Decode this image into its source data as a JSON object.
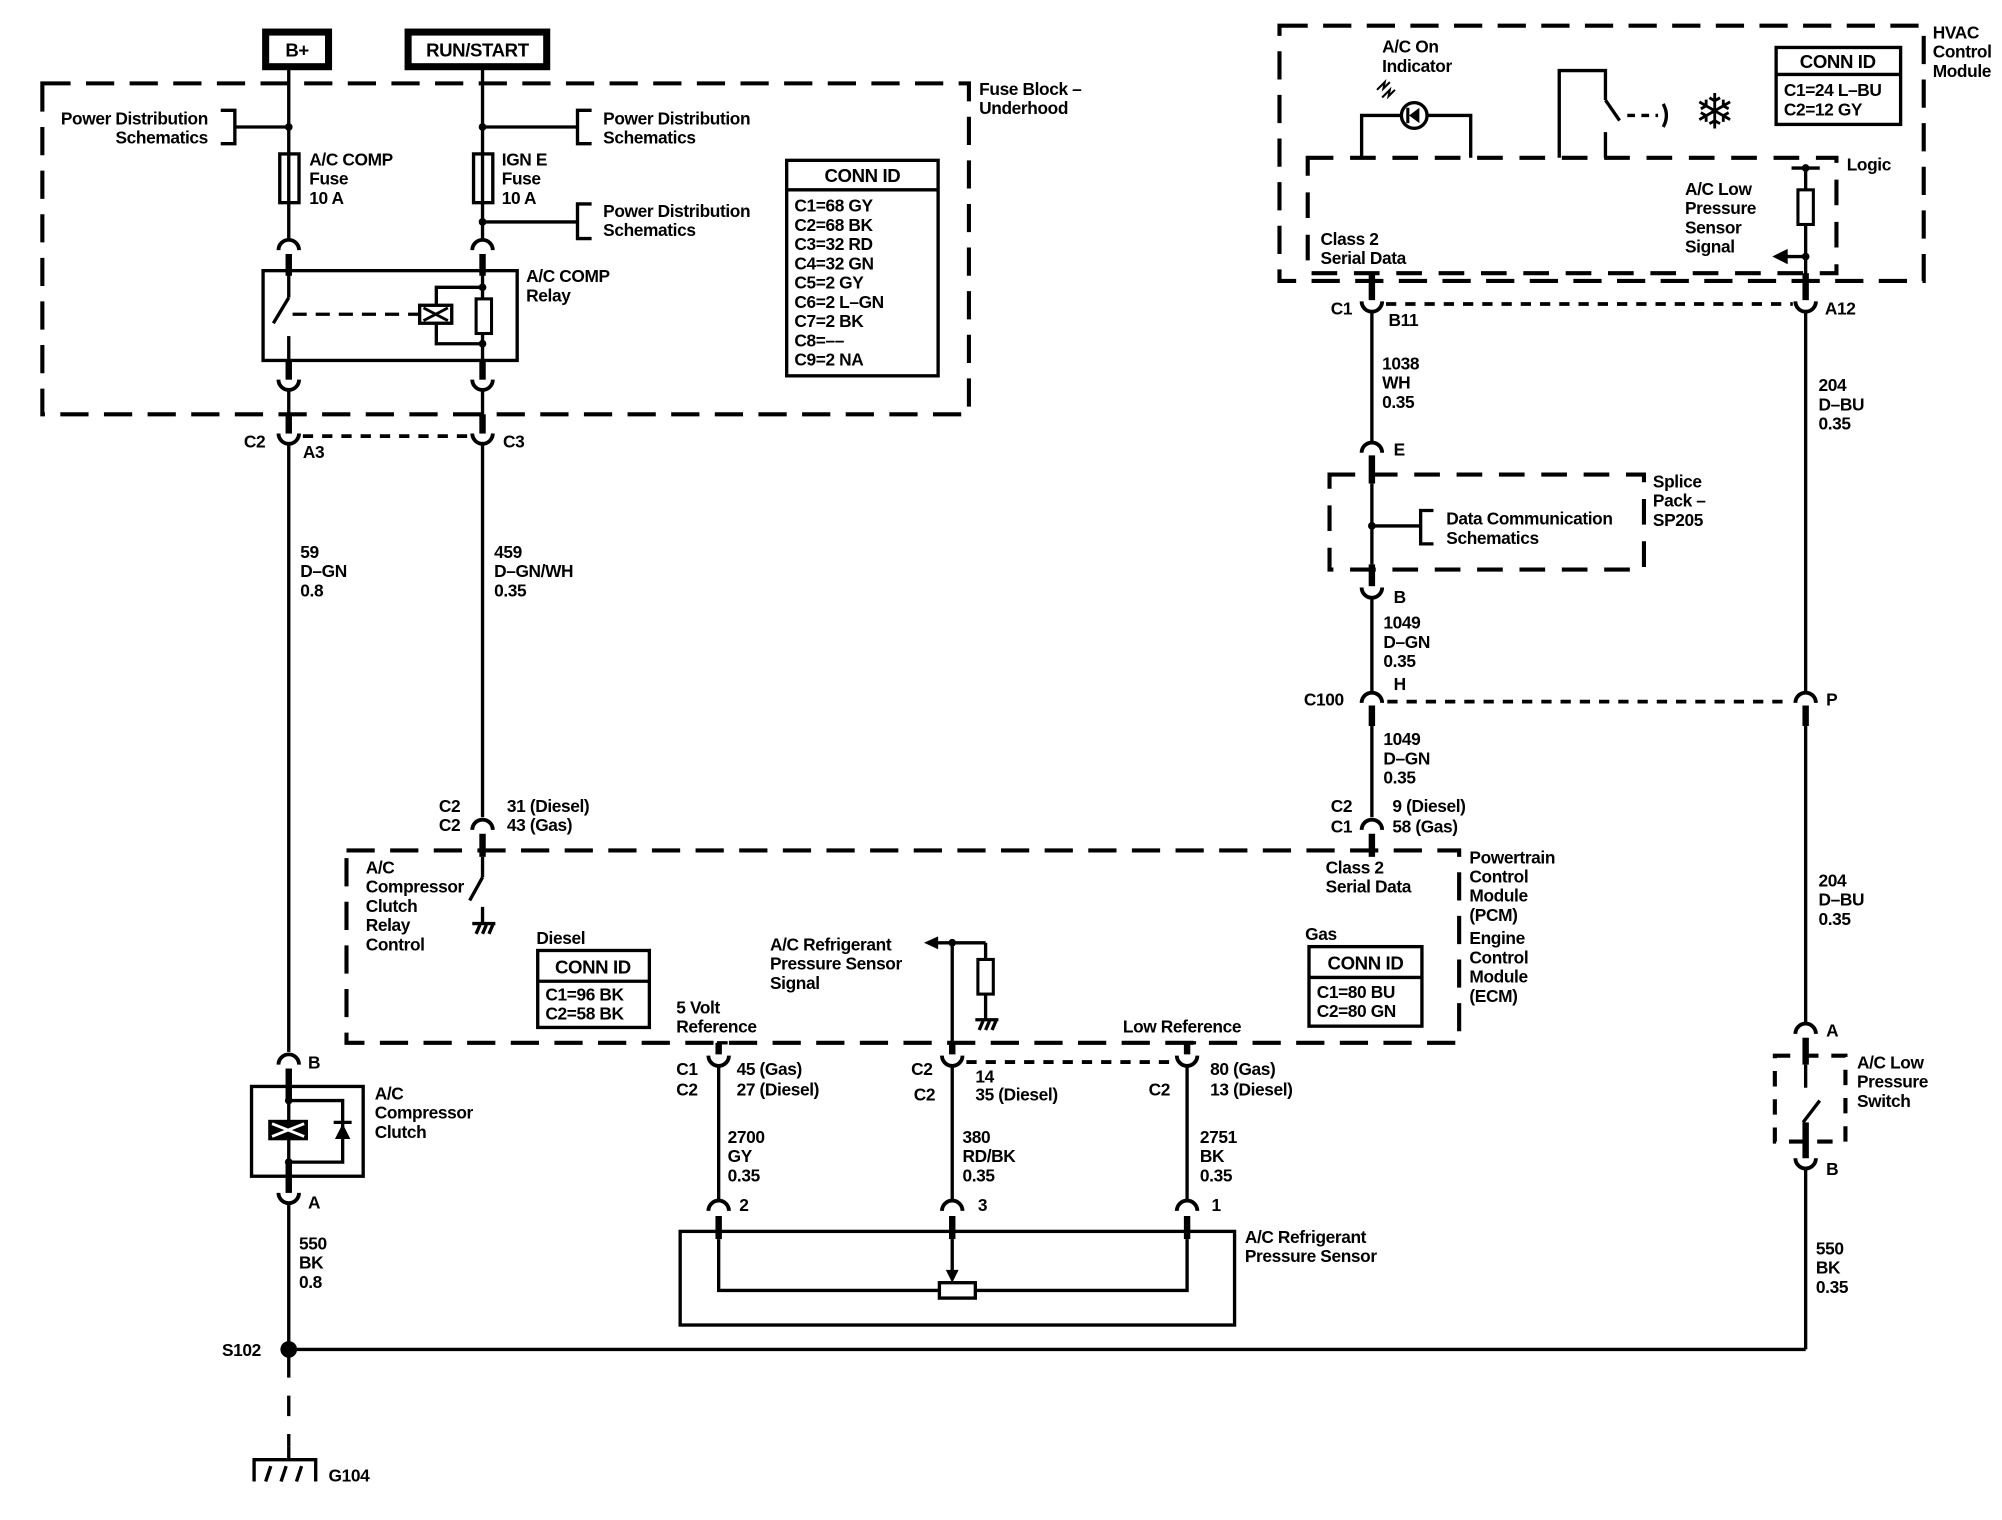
{
  "diagram": {
    "title": "A/C Compressor Controls Schematic",
    "power_sources": [
      "B+",
      "RUN/START"
    ],
    "fuse_block": {
      "label": [
        "Fuse Block –",
        "Underhood"
      ],
      "power_dist_left": [
        "Power Distribution",
        "Schematics"
      ],
      "power_dist_right_1": [
        "Power Distribution",
        "Schematics"
      ],
      "power_dist_right_2": [
        "Power Distribution",
        "Schematics"
      ],
      "fuse_ac_comp": [
        "A/C COMP",
        "Fuse",
        "10 A"
      ],
      "fuse_ign_e": [
        "IGN E",
        "Fuse",
        "10 A"
      ],
      "relay": [
        "A/C COMP",
        "Relay"
      ],
      "conn_id": {
        "header": "CONN ID",
        "rows": [
          "C1=68 GY",
          "C2=68 BK",
          "C3=32 RD",
          "C4=32 GN",
          "C5=2 GY",
          "C6=2 L–GN",
          "C7=2 BK",
          "C8=––",
          "C9=2 NA"
        ]
      },
      "connectors": {
        "left_conn": "C2",
        "left_pin": "A3",
        "right_pin": "C3"
      }
    },
    "wires": {
      "w59": [
        "59",
        "D–GN",
        "0.8"
      ],
      "w459": [
        "459",
        "D–GN/WH",
        "0.35"
      ],
      "w1038": [
        "1038",
        "WH",
        "0.35"
      ],
      "w1049a": [
        "1049",
        "D–GN",
        "0.35"
      ],
      "w1049b": [
        "1049",
        "D–GN",
        "0.35"
      ],
      "w204a": [
        "204",
        "D–BU",
        "0.35"
      ],
      "w204b": [
        "204",
        "D–BU",
        "0.35"
      ],
      "w2700": [
        "2700",
        "GY",
        "0.35"
      ],
      "w380": [
        "380",
        "RD/BK",
        "0.35"
      ],
      "w2751": [
        "2751",
        "BK",
        "0.35"
      ],
      "w550a": [
        "550",
        "BK",
        "0.8"
      ],
      "w550b": [
        "550",
        "BK",
        "0.35"
      ]
    },
    "hvac": {
      "label": [
        "HVAC",
        "Control",
        "Module"
      ],
      "indicator": [
        "A/C On",
        "Indicator"
      ],
      "logic": "Logic",
      "serial_data": [
        "Class 2",
        "Serial Data"
      ],
      "sensor_signal": [
        "A/C Low",
        "Pressure",
        "Sensor",
        "Signal"
      ],
      "conn_id": {
        "header": "CONN ID",
        "rows": [
          "C1=24 L–BU",
          "C2=12 GY"
        ]
      },
      "pins": {
        "c1": "C1",
        "b11": "B11",
        "a12": "A12"
      }
    },
    "splice": {
      "label": [
        "Splice",
        "Pack –",
        "SP205"
      ],
      "target": [
        "Data Communication",
        "Schematics"
      ],
      "pin_e": "E",
      "pin_b": "B"
    },
    "c100": {
      "label": "C100",
      "pin_h": "H",
      "pin_p": "P"
    },
    "pcm": {
      "label": [
        "Powertrain",
        "Control",
        "Module",
        "(PCM)",
        "Engine",
        "Control",
        "Module",
        "(ECM)"
      ],
      "clutch_relay_control": [
        "A/C",
        "Compressor",
        "Clutch",
        "Relay",
        "Control"
      ],
      "serial_data": [
        "Class 2",
        "Serial Data"
      ],
      "refrigerant_signal": [
        "A/C Refrigerant",
        "Pressure Sensor",
        "Signal"
      ],
      "five_volt_ref": [
        "5 Volt",
        "Reference"
      ],
      "low_ref": "Low Reference",
      "diesel_label": "Diesel",
      "diesel_conn": {
        "header": "CONN ID",
        "rows": [
          "C1=96 BK",
          "C2=58 BK"
        ]
      },
      "gas_label": "Gas",
      "gas_conn": {
        "header": "CONN ID",
        "rows": [
          "C1=80 BU",
          "C2=80 GN"
        ]
      },
      "relay_pin": {
        "conns": [
          "C2",
          "C2"
        ],
        "pins": [
          "31 (Diesel)",
          "43 (Gas)"
        ]
      },
      "data_pin": {
        "conns": [
          "C2",
          "C1"
        ],
        "pins": [
          "9 (Diesel)",
          "58 (Gas)"
        ]
      },
      "ref5_pin": {
        "conns": [
          "C1",
          "C2"
        ],
        "pins": [
          "45 (Gas)",
          "27 (Diesel)"
        ]
      },
      "sig_pin": {
        "conns": [
          "C2",
          "C2"
        ],
        "pins": [
          "14",
          "35 (Diesel)"
        ]
      },
      "low_pin": {
        "conns": [
          "C2"
        ],
        "pins": [
          "80 (Gas)",
          "13 (Diesel)"
        ]
      }
    },
    "clutch": {
      "label": [
        "A/C",
        "Compressor",
        "Clutch"
      ],
      "pin_b": "B",
      "pin_a": "A"
    },
    "sensor": {
      "label": [
        "A/C Refrigerant",
        "Pressure Sensor"
      ],
      "pins": [
        "2",
        "3",
        "1"
      ]
    },
    "low_switch": {
      "label": [
        "A/C Low",
        "Pressure",
        "Switch"
      ],
      "pin_a": "A",
      "pin_b": "B"
    },
    "splice_s102": "S102",
    "ground": "G104"
  }
}
